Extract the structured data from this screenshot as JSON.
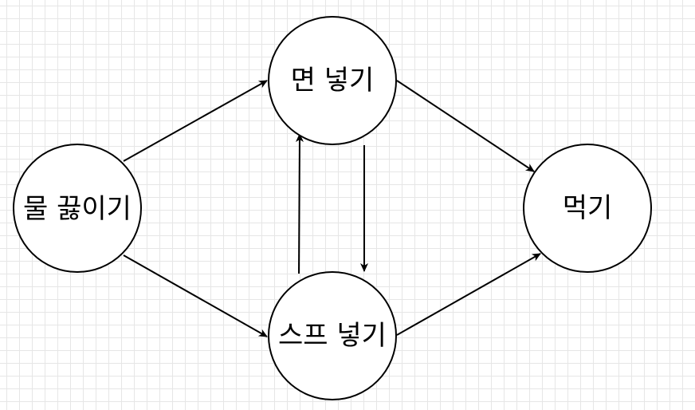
{
  "diagram": {
    "nodes": [
      {
        "id": "boil",
        "label": "물 끓이기"
      },
      {
        "id": "noodle",
        "label": "면 넣기"
      },
      {
        "id": "soup",
        "label": "스프 넣기"
      },
      {
        "id": "eat",
        "label": "먹기"
      }
    ],
    "edges": [
      {
        "from": "boil",
        "to": "noodle"
      },
      {
        "from": "boil",
        "to": "soup"
      },
      {
        "from": "noodle",
        "to": "eat"
      },
      {
        "from": "soup",
        "to": "eat"
      },
      {
        "from": "noodle",
        "to": "soup"
      },
      {
        "from": "soup",
        "to": "noodle"
      }
    ],
    "colors": {
      "line": "#000000",
      "node_fill": "#ffffff",
      "grid": "#e6e6e6"
    }
  }
}
